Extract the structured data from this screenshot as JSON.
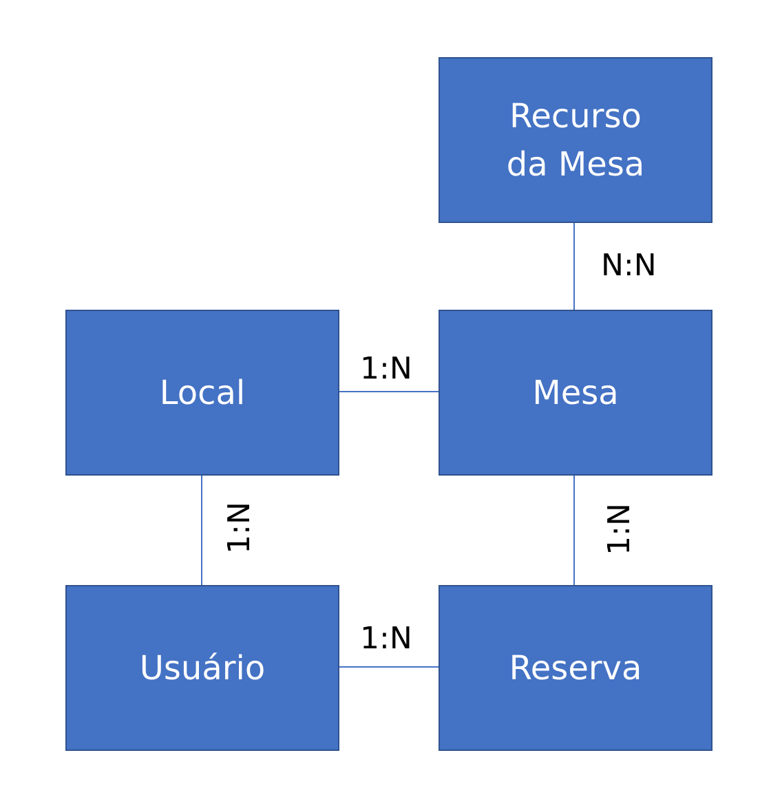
{
  "entities": {
    "recurso_da_mesa": "Recurso da Mesa",
    "local": "Local",
    "mesa": "Mesa",
    "usuario": "Usuário",
    "reserva": "Reserva"
  },
  "relationships": {
    "recurso_mesa": "N:N",
    "local_mesa": "1:N",
    "local_usuario": "1:N",
    "mesa_reserva": "1:N",
    "usuario_reserva": "1:N"
  },
  "colors": {
    "entity_fill": "#4472C4",
    "entity_border": "#2F528F",
    "connector": "#4472C4",
    "entity_text": "#FFFFFF",
    "label_text": "#000000"
  }
}
